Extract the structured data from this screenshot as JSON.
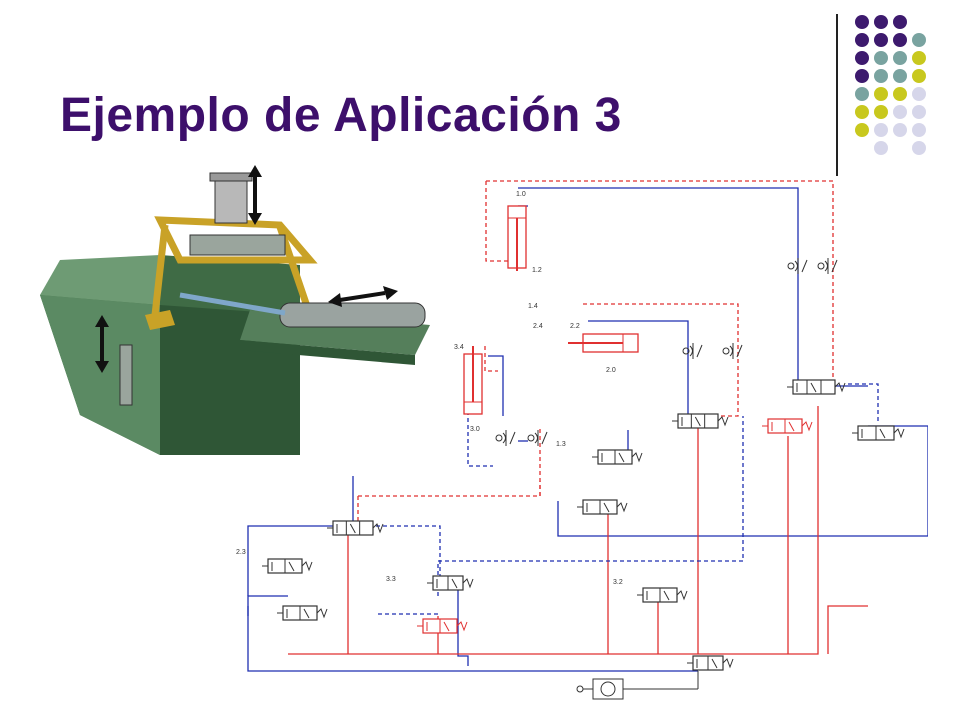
{
  "slide": {
    "title": "Ejemplo de Aplicación 3"
  },
  "colors": {
    "title": "#3d0f6b",
    "dot_purple": "#3d1a6e",
    "dot_teal": "#79a3a0",
    "dot_yellow": "#c8c81e",
    "dot_lavender": "#d6d6ea",
    "line_blue": "#1f2fb0",
    "line_red": "#e03030"
  },
  "circuit": {
    "cylinder_labels": [
      "1.0",
      "2.0",
      "3.0"
    ],
    "valve_labels": [
      "1.2",
      "1.4",
      "2.4",
      "2.2",
      "3.4",
      "1.3",
      "2.3",
      "3.3",
      "3.2"
    ]
  }
}
